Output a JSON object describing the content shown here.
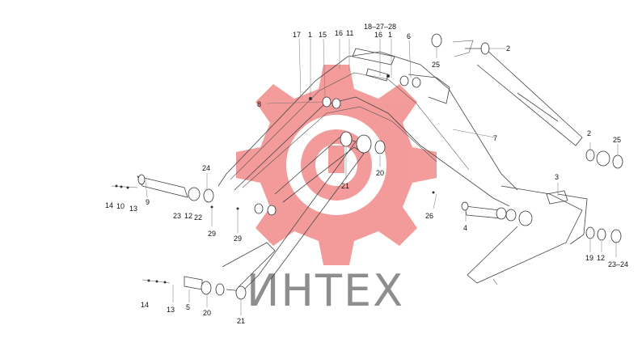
{
  "watermark": {
    "text": "ИНТЕХ",
    "gear_color": "#f07a7a"
  },
  "callouts": [
    {
      "id": "c17",
      "text": "17"
    },
    {
      "id": "c1a",
      "text": "1"
    },
    {
      "id": "c15",
      "text": "15"
    },
    {
      "id": "c16a",
      "text": "16"
    },
    {
      "id": "c11",
      "text": "11"
    },
    {
      "id": "c182728",
      "text": "18–27–28"
    },
    {
      "id": "c16b",
      "text": "16"
    },
    {
      "id": "c1b",
      "text": "1"
    },
    {
      "id": "c6",
      "text": "6"
    },
    {
      "id": "c25a",
      "text": "25"
    },
    {
      "id": "c2a",
      "text": "2"
    },
    {
      "id": "c8",
      "text": "8"
    },
    {
      "id": "c7",
      "text": "7"
    },
    {
      "id": "c2b",
      "text": "2"
    },
    {
      "id": "c25b",
      "text": "25"
    },
    {
      "id": "c24a",
      "text": "24"
    },
    {
      "id": "c21a",
      "text": "21"
    },
    {
      "id": "c20a",
      "text": "20"
    },
    {
      "id": "c3",
      "text": "3"
    },
    {
      "id": "c14a",
      "text": "14"
    },
    {
      "id": "c10",
      "text": "10"
    },
    {
      "id": "c13a",
      "text": "13"
    },
    {
      "id": "c9",
      "text": "9"
    },
    {
      "id": "c23a",
      "text": "23"
    },
    {
      "id": "c12a",
      "text": "12"
    },
    {
      "id": "c22",
      "text": "22"
    },
    {
      "id": "c29a",
      "text": "29"
    },
    {
      "id": "c29b",
      "text": "29"
    },
    {
      "id": "c26",
      "text": "26"
    },
    {
      "id": "c4",
      "text": "4"
    },
    {
      "id": "c19",
      "text": "19"
    },
    {
      "id": "c12b",
      "text": "12"
    },
    {
      "id": "c2324",
      "text": "23–24"
    },
    {
      "id": "c14b",
      "text": "14"
    },
    {
      "id": "c13b",
      "text": "13"
    },
    {
      "id": "c5",
      "text": "5"
    },
    {
      "id": "c20b",
      "text": "20"
    },
    {
      "id": "c21b",
      "text": "21"
    }
  ]
}
